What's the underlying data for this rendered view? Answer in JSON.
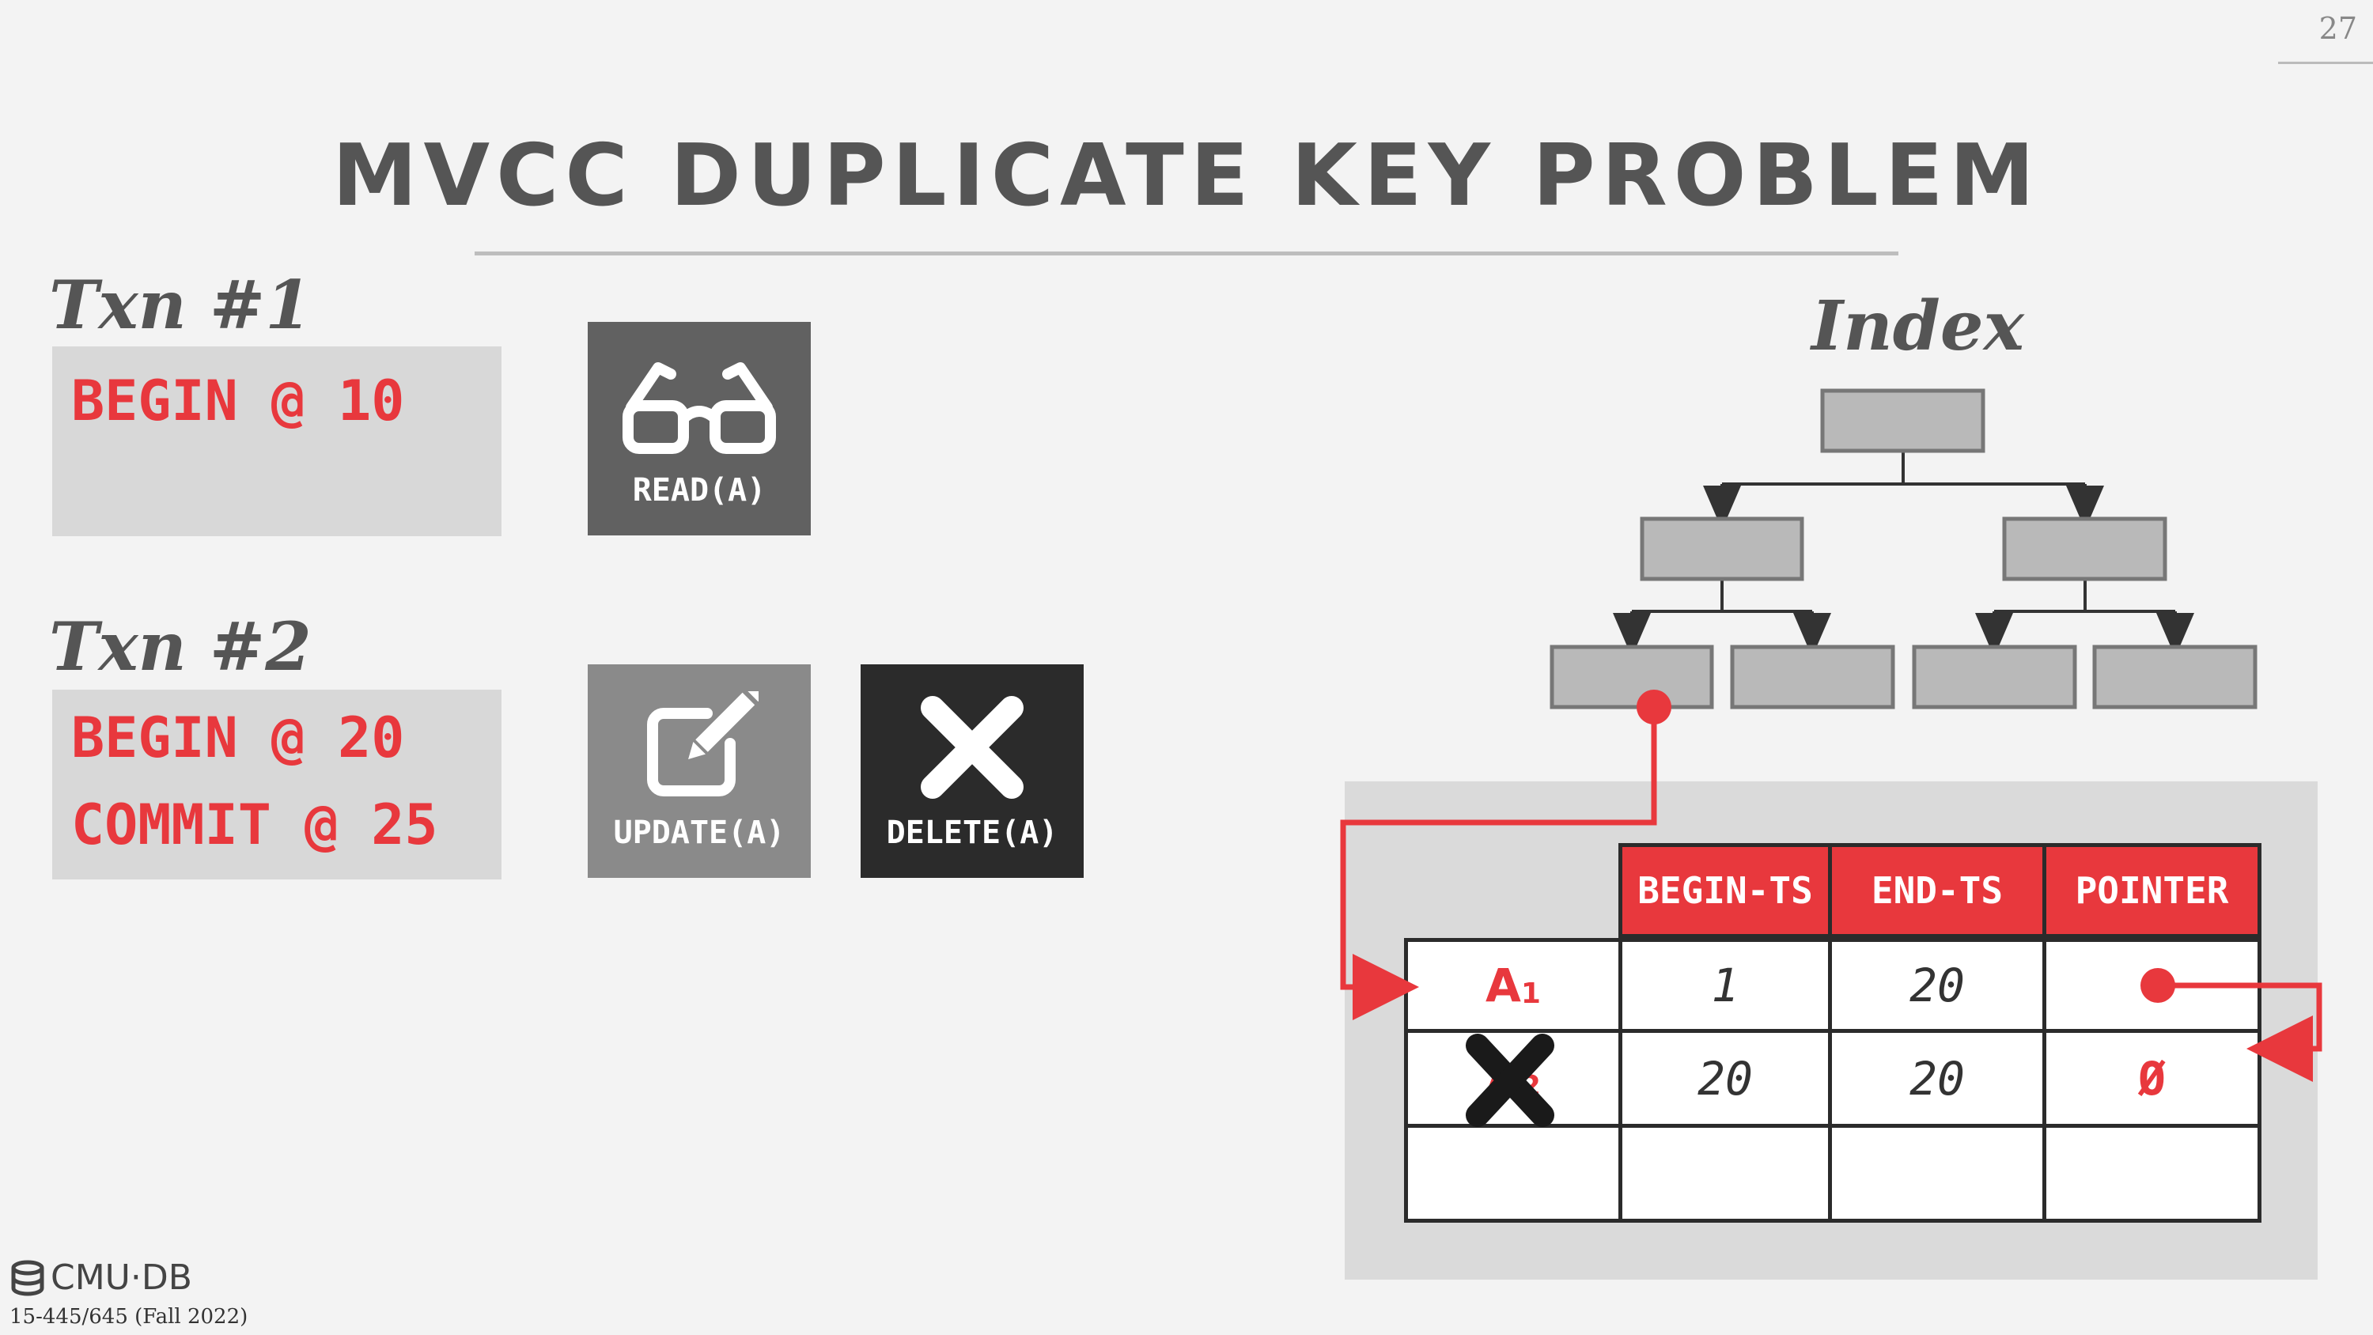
{
  "slide_number": "27",
  "title": "MVCC DUPLICATE KEY PROBLEM",
  "txn1": {
    "label": "Txn #1",
    "lines": [
      "BEGIN @ 10"
    ]
  },
  "txn2": {
    "label": "Txn #2",
    "lines": [
      "BEGIN @ 20",
      "COMMIT @ 25"
    ]
  },
  "operations": {
    "read": {
      "label": "READ(A)",
      "icon": "glasses-icon",
      "color": "#616161"
    },
    "update": {
      "label": "UPDATE(A)",
      "icon": "edit-icon",
      "color": "#8a8a8a"
    },
    "delete": {
      "label": "DELETE(A)",
      "icon": "x-icon",
      "color": "#2b2b2b"
    }
  },
  "index": {
    "label": "Index"
  },
  "version_table": {
    "headers": [
      "BEGIN-TS",
      "END-TS",
      "POINTER"
    ],
    "rows": [
      {
        "key": "A",
        "key_sub": "1",
        "begin_ts": "1",
        "end_ts": "20",
        "pointer": ""
      },
      {
        "key": "A",
        "key_sub": "2",
        "begin_ts": "20",
        "end_ts": "20",
        "pointer": "Ø"
      },
      {
        "key": "",
        "key_sub": "",
        "begin_ts": "",
        "end_ts": "",
        "pointer": ""
      }
    ]
  },
  "colors": {
    "accent_red": "#e8383d",
    "text_gray": "#555555",
    "node_gray": "#b9b9b9"
  },
  "footer": {
    "logo": "CMU·DB",
    "course": "15-445/645 (Fall 2022)"
  }
}
